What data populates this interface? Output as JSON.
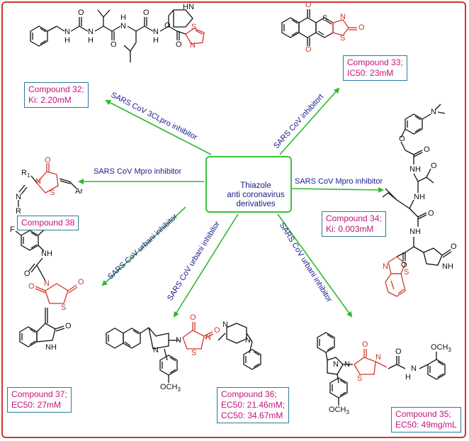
{
  "center": {
    "line1": "Thiazole",
    "line2": "anti coronavirus",
    "line3": "derivatives"
  },
  "arrows": {
    "a32": "SARS CoV 3CLpro inhibitor",
    "a33": "SARS CoV inhibitort",
    "a34": "SARS CoV Mpro inhibitor",
    "a38": "SARS CoV Mpro inhibitor",
    "a37": "SARS CoV urbani inhibitor",
    "a36": "SARS CoV urbani inhibitor",
    "a35": "SARS CoV urbani inhibitor"
  },
  "compounds": {
    "c32": {
      "name": "Compound 32;",
      "value": "Ki: 2.20mM"
    },
    "c33": {
      "name": "Compound 33;",
      "value": "IC50: 23mM"
    },
    "c34": {
      "name": "Compound 34;",
      "value": "Ki: 0.003mM"
    },
    "c38": {
      "name": "Compound 38"
    },
    "c37": {
      "name": "Compound 37;",
      "value": "EC50: 27mM"
    },
    "c36": {
      "name": "Compound 36;",
      "value": "EC50: 21.46mM;",
      "value2": "CC50: 34.67mM"
    },
    "c35": {
      "name": "Compound 35;",
      "value": "EC50: 49mg/mL"
    }
  },
  "atoms": {
    "N": "N",
    "S": "S",
    "O": "O",
    "H": "H",
    "NH": "NH",
    "HN": "HN",
    "NH_r": "NH",
    "R": "R",
    "R1": "R",
    "one": "1",
    "Ar": "Ar",
    "F": "F",
    "OCH": "OCH",
    "three": "3"
  }
}
